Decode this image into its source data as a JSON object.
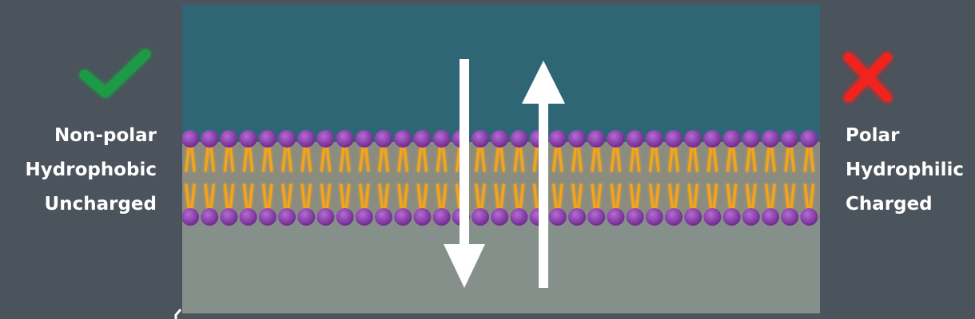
{
  "left_panel": {
    "icon": "check-icon",
    "icon_color": "#1f9a45",
    "properties": [
      "Non-polar",
      "Hydrophobic",
      "Uncharged"
    ]
  },
  "right_panel": {
    "icon": "cross-icon",
    "icon_color": "#f2231b",
    "properties": [
      "Polar",
      "Hydrophilic",
      "Charged"
    ]
  },
  "diagram": {
    "outside_color": "#2f6676",
    "inside_color": "#86908a",
    "head_color": "#8e3fae",
    "tail_color": "#f4a51c",
    "arrow_color": "#ffffff",
    "arrows": [
      "down-arrow",
      "up-arrow"
    ]
  }
}
